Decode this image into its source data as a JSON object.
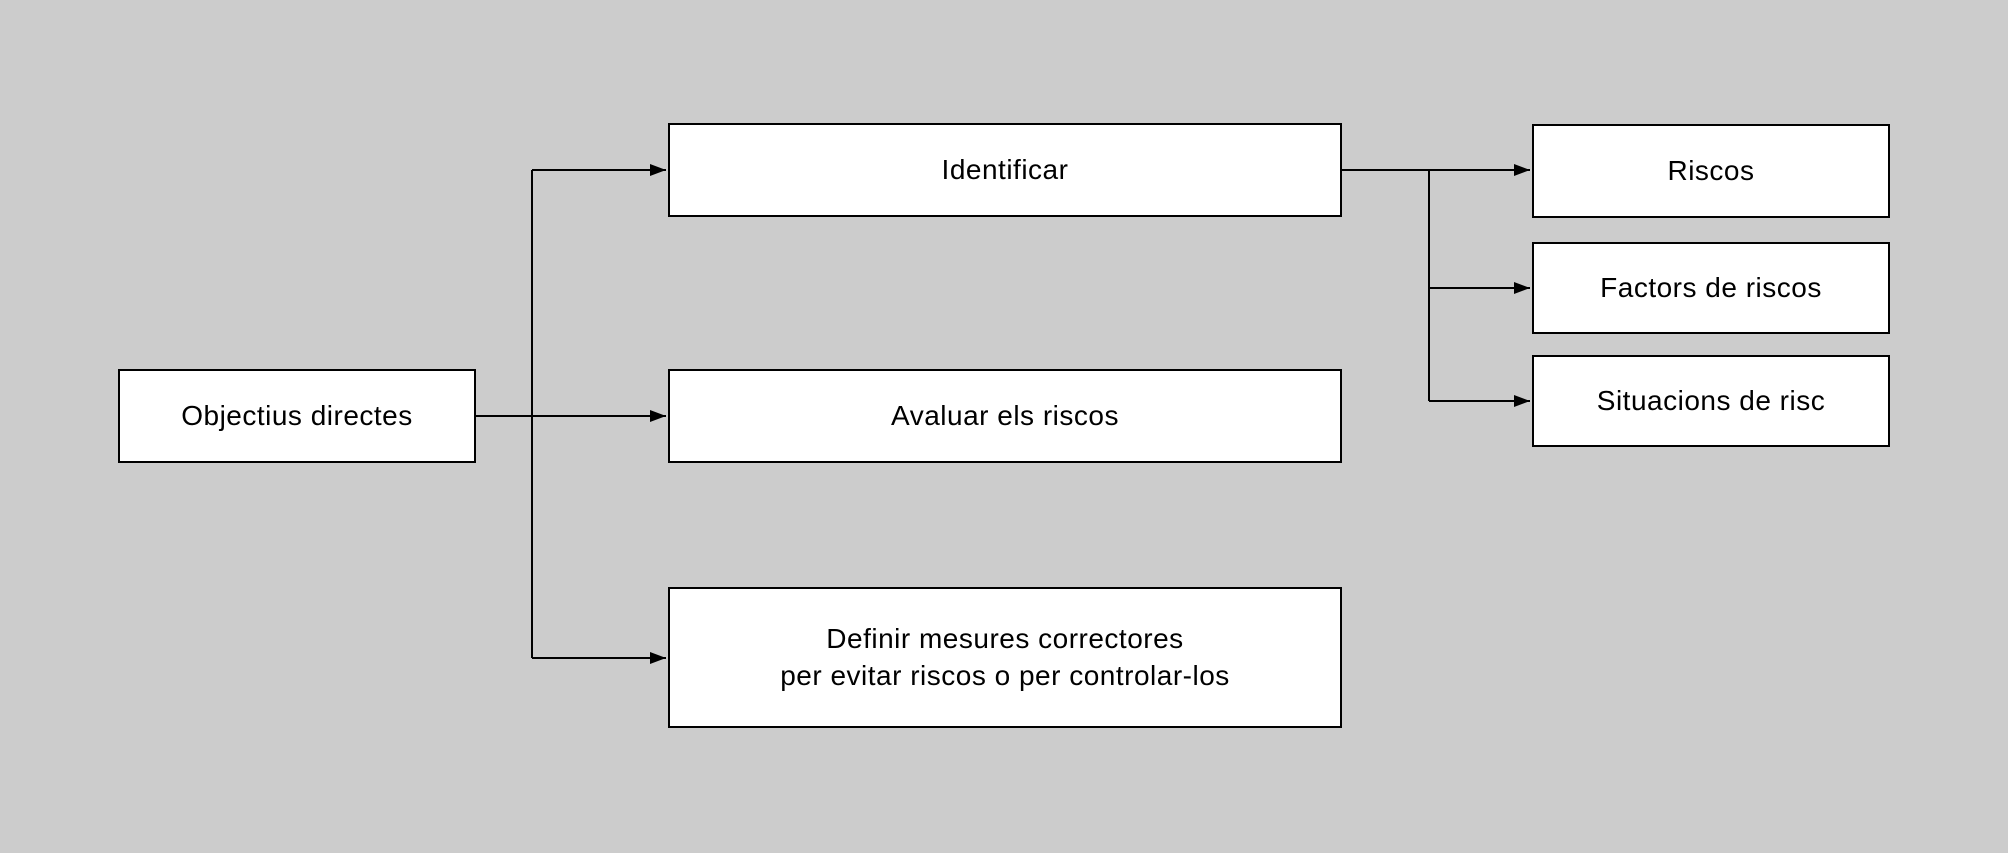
{
  "diagram": {
    "title": "Objectius directes flowchart",
    "colors": {
      "background": "#cccccc",
      "node_fill": "#ffffff",
      "node_border": "#000000",
      "connector": "#000000",
      "text": "#000000"
    },
    "nodes": {
      "root": {
        "label": "Objectius directes"
      },
      "identify": {
        "label": "Identificar"
      },
      "assess": {
        "label": "Avaluar els riscos"
      },
      "define": {
        "label": "Definir mesures correctores\nper evitar riscos o per controlar-los"
      },
      "risks": {
        "label": "Riscos"
      },
      "risk_factors": {
        "label": "Factors de riscos"
      },
      "risk_situations": {
        "label": "Situacions de risc"
      }
    },
    "edges": [
      {
        "from": "root",
        "to": "identify"
      },
      {
        "from": "root",
        "to": "assess"
      },
      {
        "from": "root",
        "to": "define"
      },
      {
        "from": "identify",
        "to": "risks"
      },
      {
        "from": "identify",
        "to": "risk_factors"
      },
      {
        "from": "identify",
        "to": "risk_situations"
      }
    ]
  }
}
